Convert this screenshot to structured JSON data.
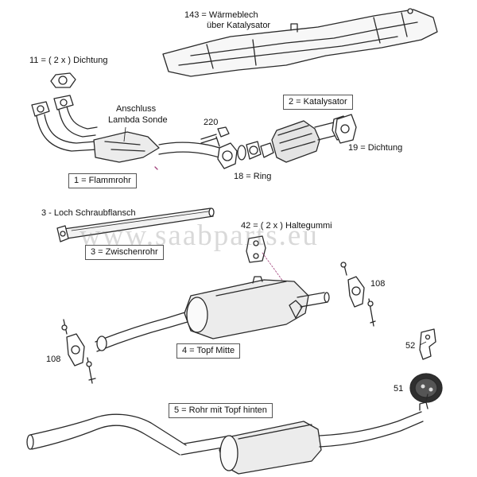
{
  "labels": {
    "heat_shield": [
      "143 = Wärmeblech",
      "über Katalysator"
    ],
    "gasket_11": "11 = ( 2 x ) Dichtung",
    "lambda": [
      "Anschluss",
      "Lambda Sonde"
    ],
    "catalyst": "2 = Katalysator",
    "part_220": "220",
    "gasket_19": "19 = Dichtung",
    "ring": "18 = Ring",
    "flame_pipe": "1 = Flammrohr",
    "hole_flange": "3 - Loch Schraubflansch",
    "intermediate_pipe": "3 = Zwischenrohr",
    "rubber_mount": "42 = ( 2 x ) Haltegummi",
    "clamp_right": "108",
    "clamp_left": "108",
    "center_muffler": "4 = Topf Mitte",
    "part_52": "52",
    "part_51": "51",
    "rear_pipe": "5  =  Rohr mit Topf hinten"
  },
  "watermark": "www.saabparts.eu",
  "colors": {
    "line": "#2a2a2a",
    "fill": "#f7f7f7",
    "shade": "#d9d9d9",
    "wm": "#9a9a9a"
  }
}
